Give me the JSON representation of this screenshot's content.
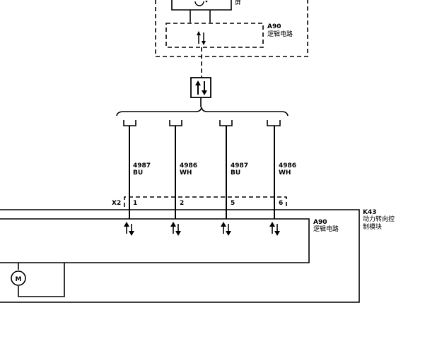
{
  "top_module": {
    "partial_label": "屏"
  },
  "upper_logic": {
    "code": "A90",
    "name": "逻辑电路"
  },
  "lower_logic": {
    "code": "A90",
    "name": "逻辑电路"
  },
  "control_module": {
    "code": "K43",
    "name_line1": "动力转向控",
    "name_line2": "制模块"
  },
  "connector": {
    "name": "X2"
  },
  "wires": [
    {
      "circuit": "4987",
      "color": "BU",
      "pin": "1"
    },
    {
      "circuit": "4986",
      "color": "WH",
      "pin": "2"
    },
    {
      "circuit": "4987",
      "color": "BU",
      "pin": "5"
    },
    {
      "circuit": "4986",
      "color": "WH",
      "pin": "6"
    }
  ],
  "motor": {
    "symbol": "M"
  }
}
